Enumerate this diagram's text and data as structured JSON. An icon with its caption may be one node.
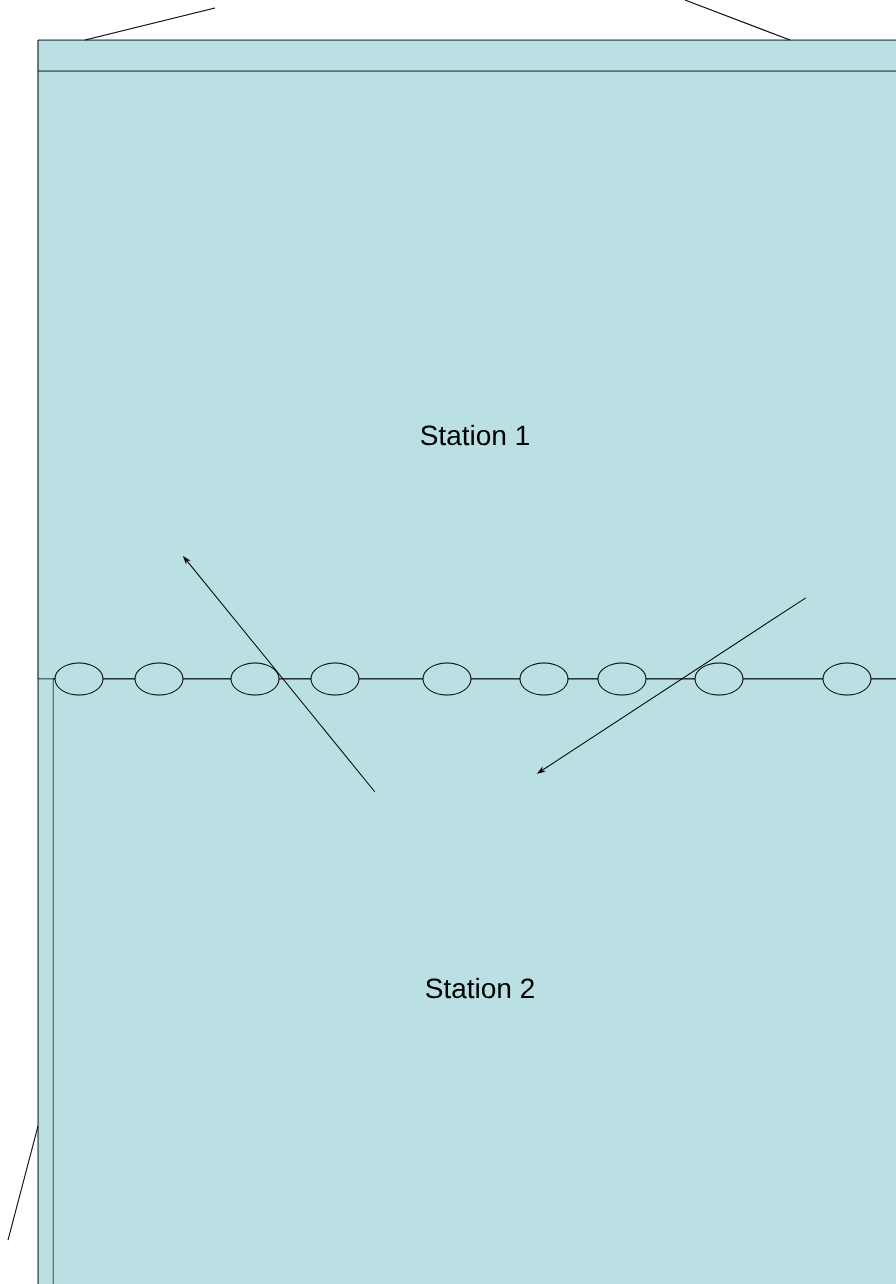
{
  "diagram": {
    "nodes": [
      {
        "text": [
          "Station 1"
        ]
      },
      {
        "text": [
          "Station 2"
        ]
      }
    ],
    "edges": [
      {
        "from": 1,
        "to": 0,
        "arrow": "to"
      },
      {
        "from": 0,
        "to": 1,
        "arrow": "to"
      }
    ]
  }
}
